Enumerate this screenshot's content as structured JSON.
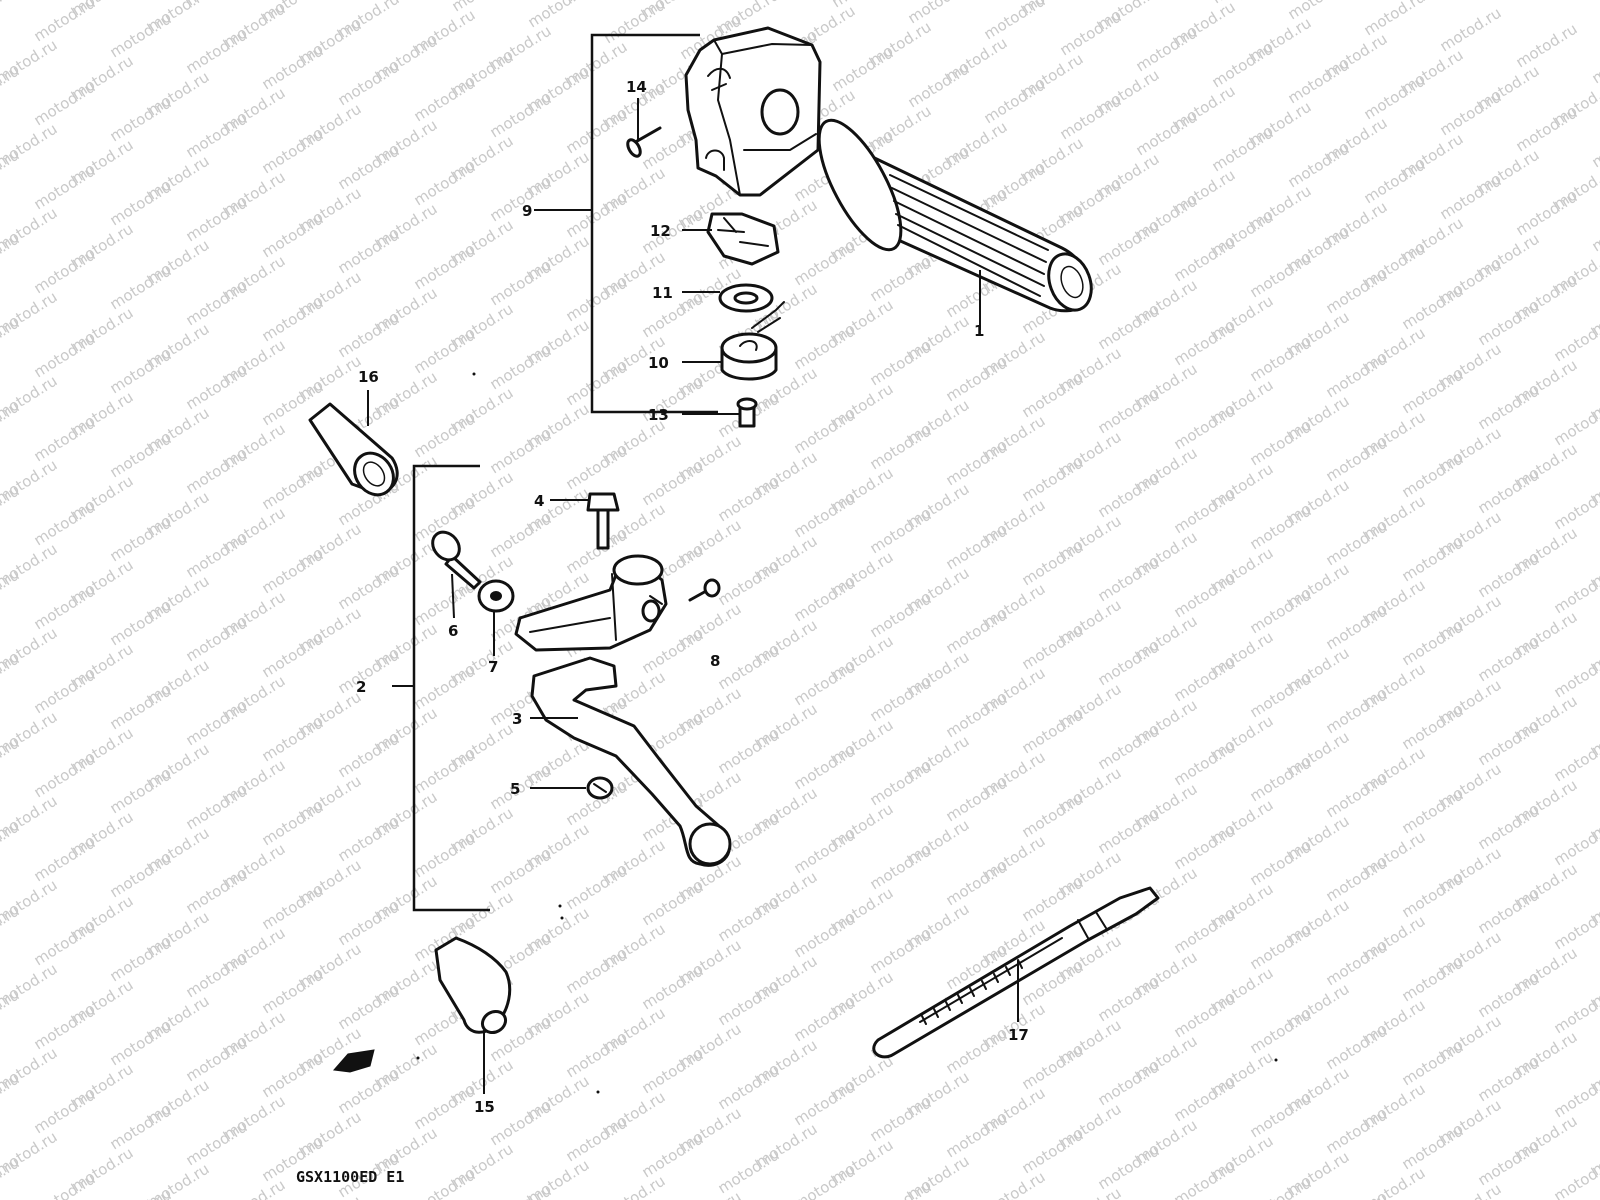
{
  "diagram": {
    "watermark": "motod.ru",
    "model_code": "GSX1100ED E1",
    "callouts": [
      "1",
      "2",
      "3",
      "4",
      "5",
      "6",
      "7",
      "8",
      "9",
      "10",
      "11",
      "12",
      "13",
      "14",
      "15",
      "16",
      "17"
    ]
  }
}
